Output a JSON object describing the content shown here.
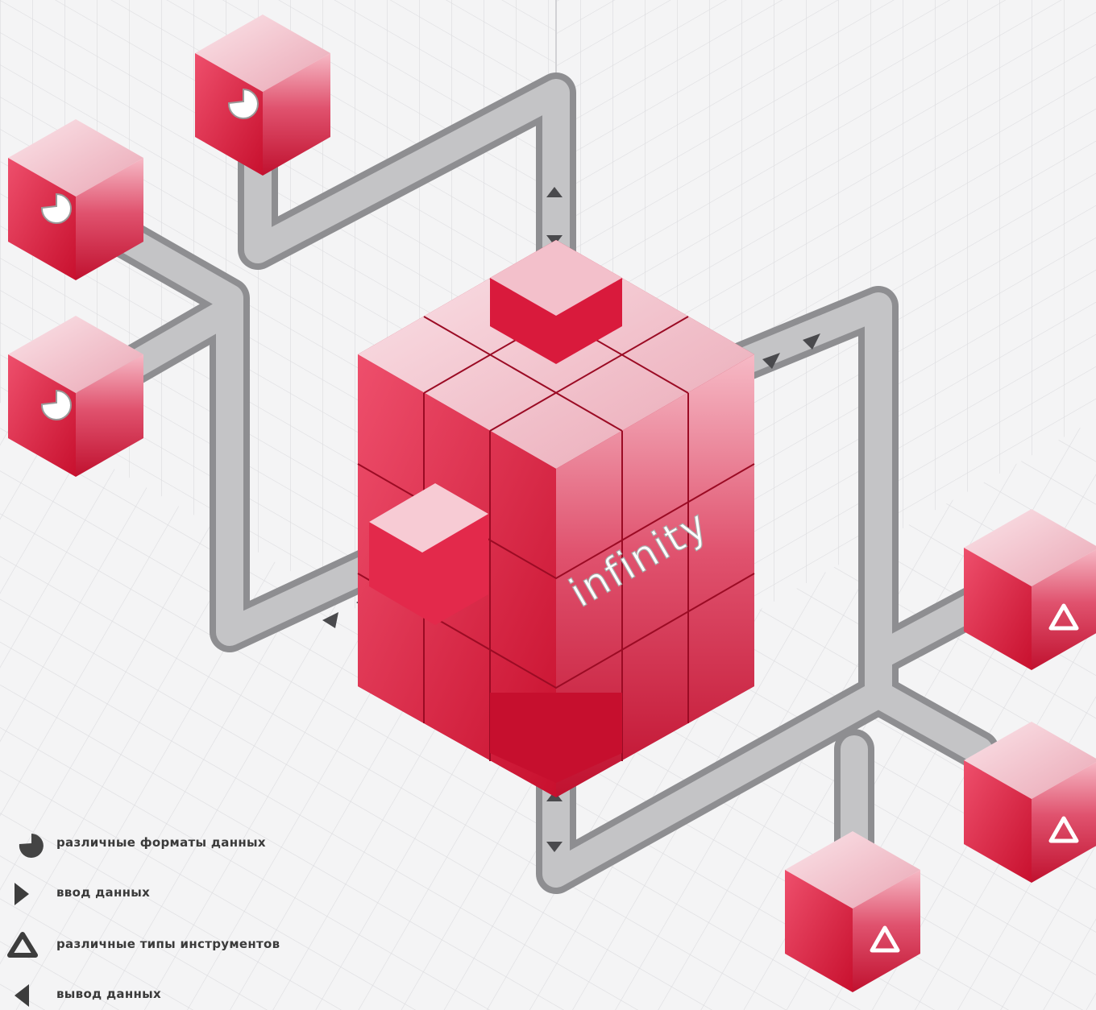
{
  "brand": {
    "label": "infinity"
  },
  "legend": [
    {
      "icon": "data-format-icon",
      "label": "различные форматы данных"
    },
    {
      "icon": "input-arrow-icon",
      "label": "ввод данных"
    },
    {
      "icon": "instrument-types-icon",
      "label": "различные типы инструментов"
    },
    {
      "icon": "output-arrow-icon",
      "label": "вывод данных"
    }
  ],
  "colors": {
    "cube_red": "#cf1837",
    "cube_top": "#f6c9d2",
    "pipe_gray": "#b4b4b6",
    "legend_text": "#3a3a3a"
  }
}
